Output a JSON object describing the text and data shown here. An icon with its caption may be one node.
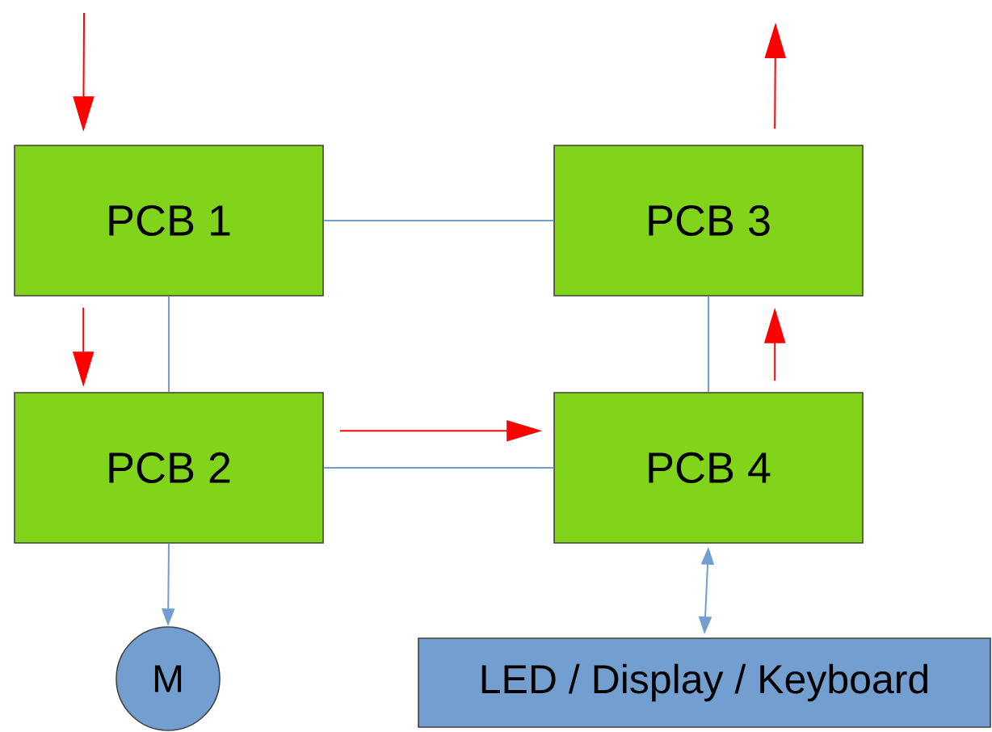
{
  "diagram": {
    "nodes": [
      {
        "text": [
          "PCB 1"
        ]
      },
      {
        "text": [
          "PCB 3"
        ]
      },
      {
        "text": [
          "PCB 2"
        ]
      },
      {
        "text": [
          "PCB 4"
        ]
      },
      {
        "text": [
          "M"
        ]
      },
      {
        "text": [
          "LED / Display / Keyboard"
        ]
      }
    ],
    "edges": [
      {
        "from": null,
        "to": 0,
        "arrow": "to",
        "color": "#ff0000"
      },
      {
        "from": 0,
        "to": 2,
        "arrow": "to",
        "color": "#ff0000"
      },
      {
        "from": 0,
        "to": 1,
        "arrow": "none"
      },
      {
        "from": 0,
        "to": 2,
        "arrow": "none"
      },
      {
        "from": 2,
        "to": 3,
        "arrow": "to",
        "color": "#ff0000"
      },
      {
        "from": 2,
        "to": 3,
        "arrow": "none"
      },
      {
        "from": 2,
        "to": 4,
        "arrow": "to"
      },
      {
        "from": 1,
        "to": 3,
        "arrow": "none"
      },
      {
        "from": 3,
        "to": 1,
        "arrow": "to",
        "color": "#ff0000"
      },
      {
        "from": 1,
        "to": null,
        "arrow": "to",
        "color": "#ff0000"
      },
      {
        "from": 3,
        "to": 5,
        "arrow": "both"
      }
    ]
  }
}
